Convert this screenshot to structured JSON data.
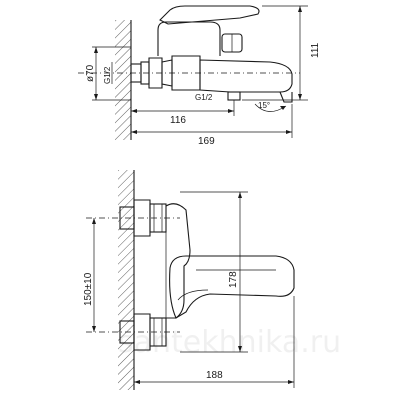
{
  "dimensions": {
    "d70": "ø70",
    "g12_left": "G1/2",
    "g12_spout": "G1/2",
    "d111": "111",
    "d116": "116",
    "d169": "169",
    "angle15": "15°",
    "d150": "150±10",
    "d178": "178",
    "d188": "188"
  },
  "watermark": "santekhnika.ru"
}
